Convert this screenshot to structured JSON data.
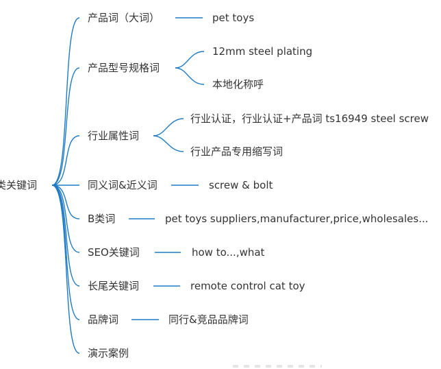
{
  "mindmap": {
    "root": "类关键词",
    "line_color": "#1f7bc6",
    "branches": [
      {
        "label": "产品词（大词）",
        "children": [
          "pet toys"
        ]
      },
      {
        "label": "产品型号规格词",
        "children": [
          "12mm steel plating",
          "本地化称呼"
        ]
      },
      {
        "label": "行业属性词",
        "children": [
          "行业认证，行业认证+产品词  ts16949 steel screw",
          "行业产品专用缩写词"
        ]
      },
      {
        "label": "同义词&近义词",
        "children": [
          "screw & bolt"
        ]
      },
      {
        "label": "B类词",
        "children": [
          "pet toys suppliers,manufacturer,price,wholesales..."
        ]
      },
      {
        "label": "SEO关键词",
        "children": [
          "how to...,what"
        ]
      },
      {
        "label": "长尾关键词",
        "children": [
          "remote control cat toy"
        ]
      },
      {
        "label": "品牌词",
        "children": [
          "同行&竞品品牌词"
        ]
      },
      {
        "label": "演示案例",
        "children": []
      }
    ]
  }
}
